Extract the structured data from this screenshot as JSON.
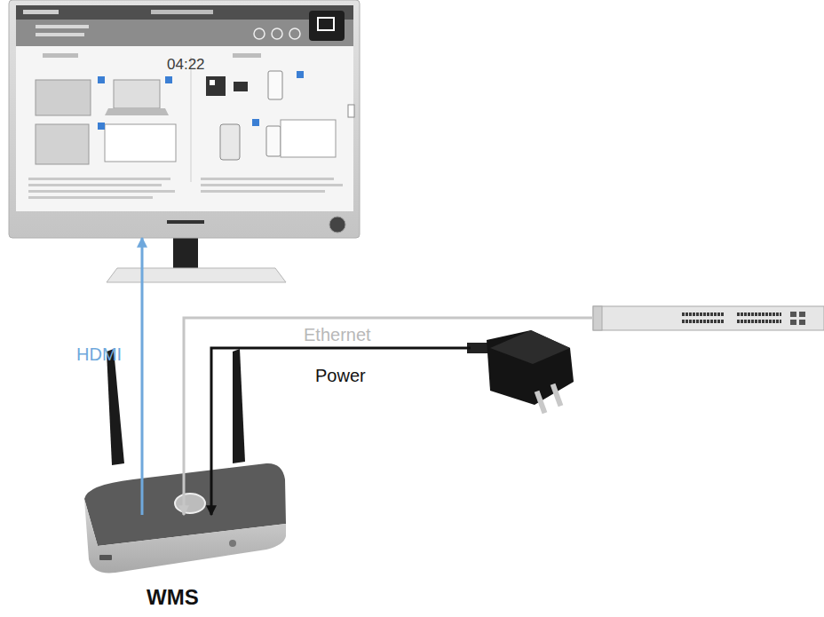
{
  "diagram": {
    "nodes": [
      {
        "text": [
          "04:22"
        ]
      },
      {
        "text": []
      },
      {
        "text": []
      },
      {
        "text": [
          "WMS"
        ]
      }
    ],
    "edges": [
      {
        "from": 3,
        "to": 0,
        "arrow": "to",
        "label": "HDMI"
      },
      {
        "from": 1,
        "to": 3,
        "arrow": "to",
        "label": "Ethernet"
      },
      {
        "from": 2,
        "to": 3,
        "arrow": "to",
        "label": "Power"
      }
    ]
  }
}
